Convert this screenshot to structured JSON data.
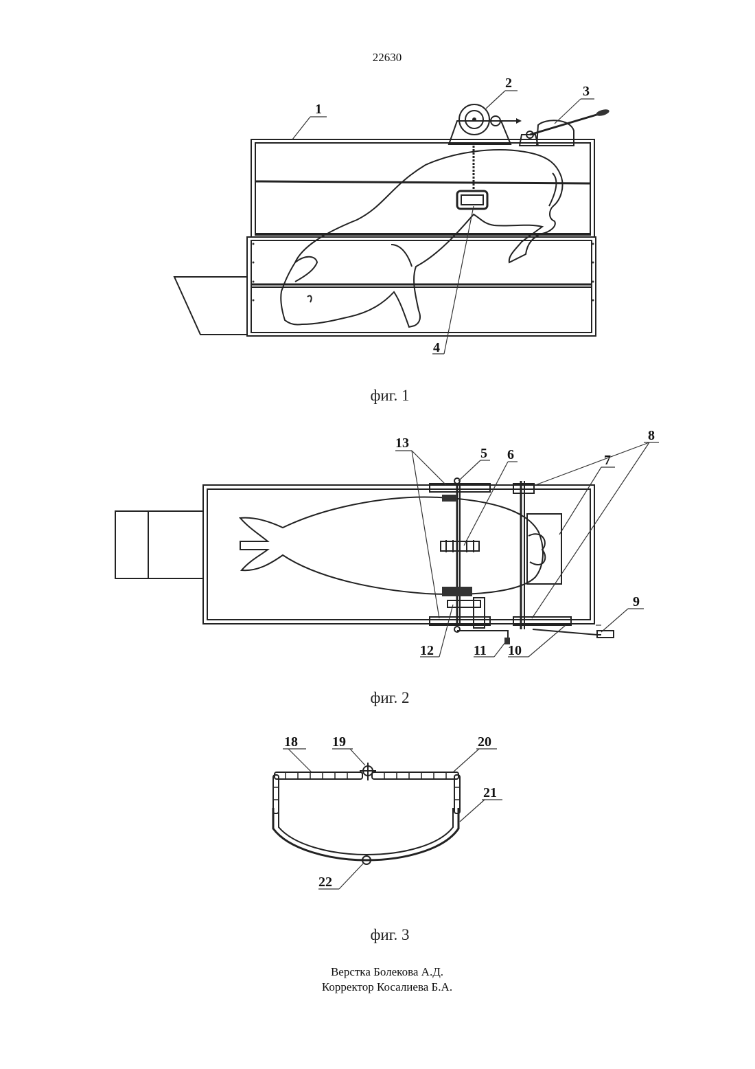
{
  "page_number": "22630",
  "figures": [
    {
      "caption": "фиг. 1",
      "labels": [
        "1",
        "2",
        "3",
        "4"
      ]
    },
    {
      "caption": "фиг. 2",
      "labels": [
        "5",
        "6",
        "7",
        "8",
        "9",
        "10",
        "11",
        "12",
        "13"
      ]
    },
    {
      "caption": "фиг. 3",
      "labels": [
        "18",
        "19",
        "20",
        "21",
        "22"
      ]
    }
  ],
  "footer": {
    "layout_by": "Верстка Болекова А.Д.",
    "corrector": "Корректор Косалиева Б.А."
  }
}
